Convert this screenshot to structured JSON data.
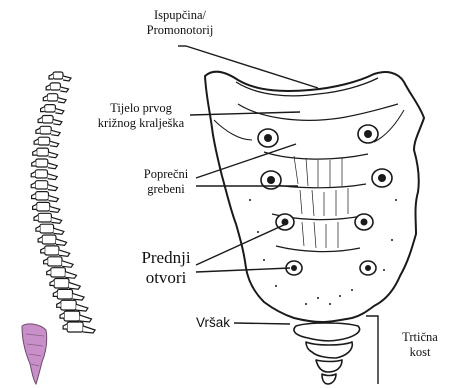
{
  "labels": {
    "promontory": "Ispupčina/\nPromonotorij",
    "first_body": "Tijelo prvog\nkrižnog kralješka",
    "transverse_ridges": "Poprečni\ngrebeni",
    "anterior_foramina": "Prednji\notvori",
    "apex": "Vršak",
    "coccyx": "Trtična\nkost"
  },
  "colors": {
    "highlight": "#c98fc8",
    "outline": "#1a1a1a"
  }
}
